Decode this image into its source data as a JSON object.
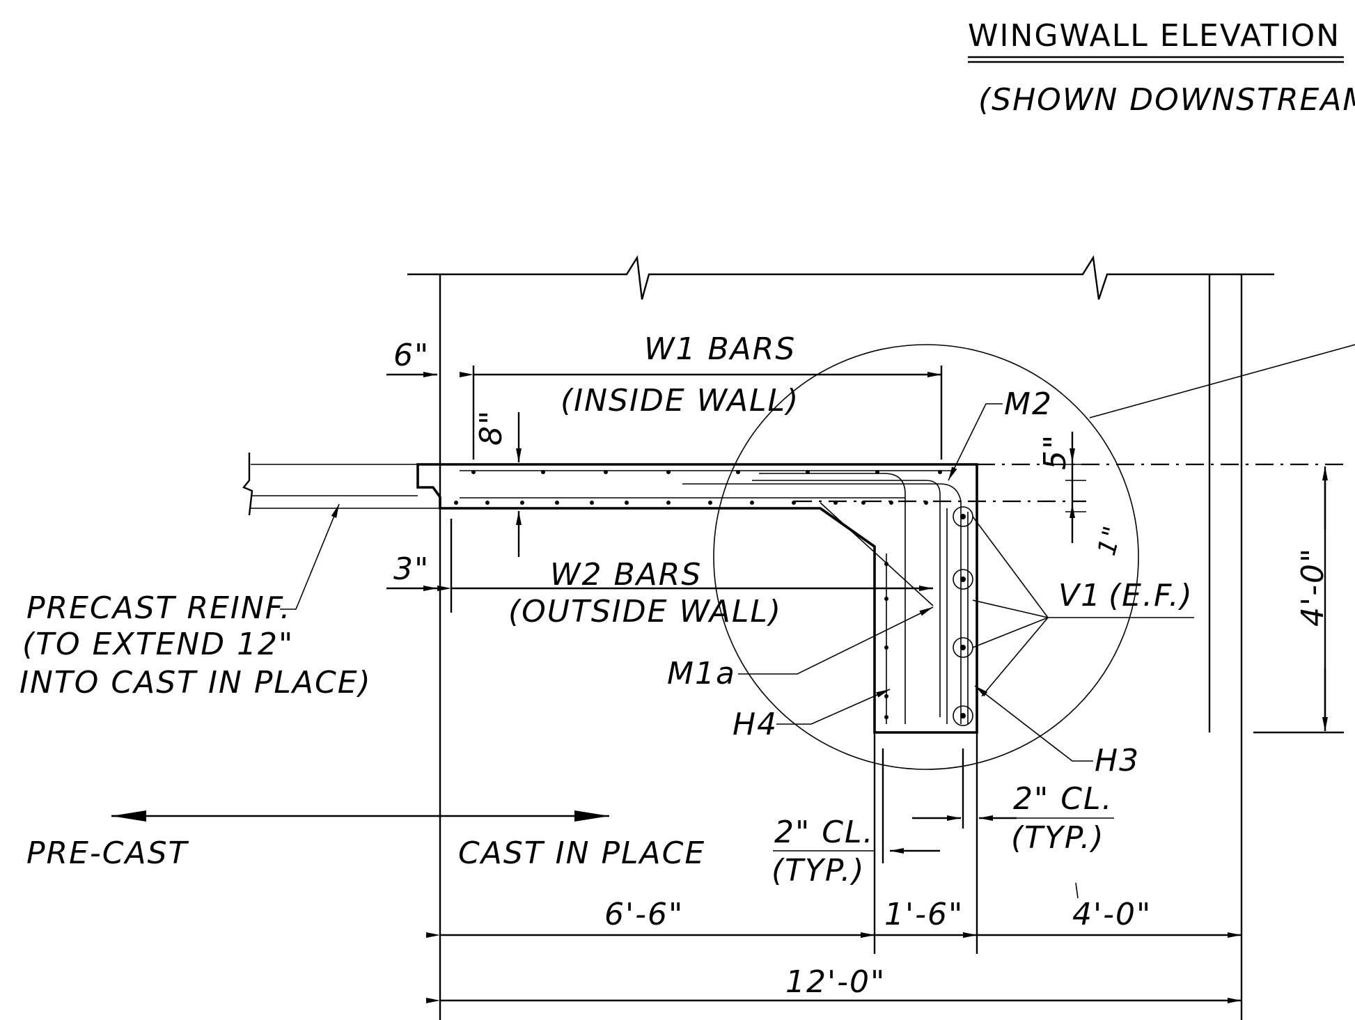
{
  "title": "WINGWALL ELEVATION",
  "subtitle": "(SHOWN DOWNSTREAM)",
  "labels": {
    "w1_bars": "W1 BARS",
    "inside_wall": "(INSIDE WALL)",
    "w2_bars": "W2  BARS",
    "outside_wall": "(OUTSIDE WALL)",
    "m2": "M2",
    "m1a": "M1a",
    "h4": "H4",
    "h3": "H3",
    "v1": "V1",
    "ef": "(E.F.)",
    "precast_reinf_1": "PRECAST REINF.",
    "precast_reinf_2": "(TO EXTEND 12\"",
    "precast_reinf_3": "INTO CAST IN PLACE)",
    "pre_cast": "PRE-CAST",
    "cast_in_place": "CAST IN PLACE",
    "clear_left_1": "2\" CL.",
    "clear_left_2": "(TYP.)",
    "clear_right_1": "2\" CL.",
    "clear_right_2": "(TYP.)"
  },
  "dimensions": {
    "d_6in": "6\"",
    "d_3in": "3\"",
    "d_8in": "8\"",
    "d_5in": "5\"",
    "d_1in": "1\"",
    "d_4ft_v": "4'-0\"",
    "d_6ft6": "6'-6\"",
    "d_1ft6": "1'-6\"",
    "d_4ft": "4'-0\"",
    "d_12ft": "12'-0\""
  }
}
